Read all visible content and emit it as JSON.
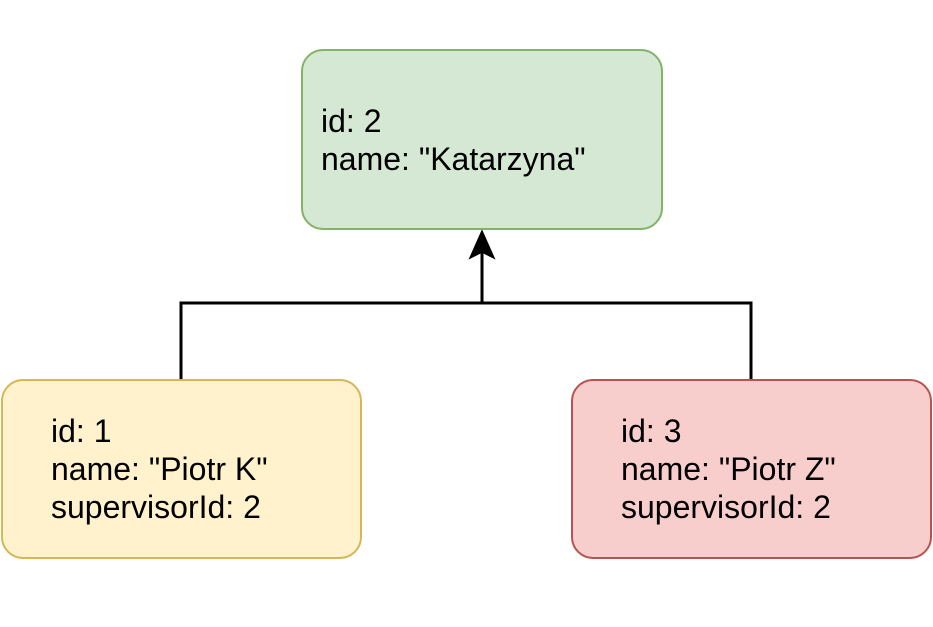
{
  "nodes": {
    "supervisor": {
      "lines": [
        "id: 2",
        "name: \"Katarzyna\""
      ],
      "fill": "#d5e8d4",
      "stroke": "#82b366"
    },
    "employee_left": {
      "lines": [
        "id: 1",
        "name: \"Piotr K\"",
        "supervisorId: 2"
      ],
      "fill": "#fff2cc",
      "stroke": "#d6b656"
    },
    "employee_right": {
      "lines": [
        "id: 3",
        "name: \"Piotr Z\"",
        "supervisorId: 2"
      ],
      "fill": "#f8cecc",
      "stroke": "#b85450"
    }
  },
  "edges": [
    {
      "from": "employee_left",
      "to": "supervisor"
    },
    {
      "from": "employee_right",
      "to": "supervisor"
    }
  ],
  "colors": {
    "connector": "#000000",
    "background": "#ffffff"
  }
}
